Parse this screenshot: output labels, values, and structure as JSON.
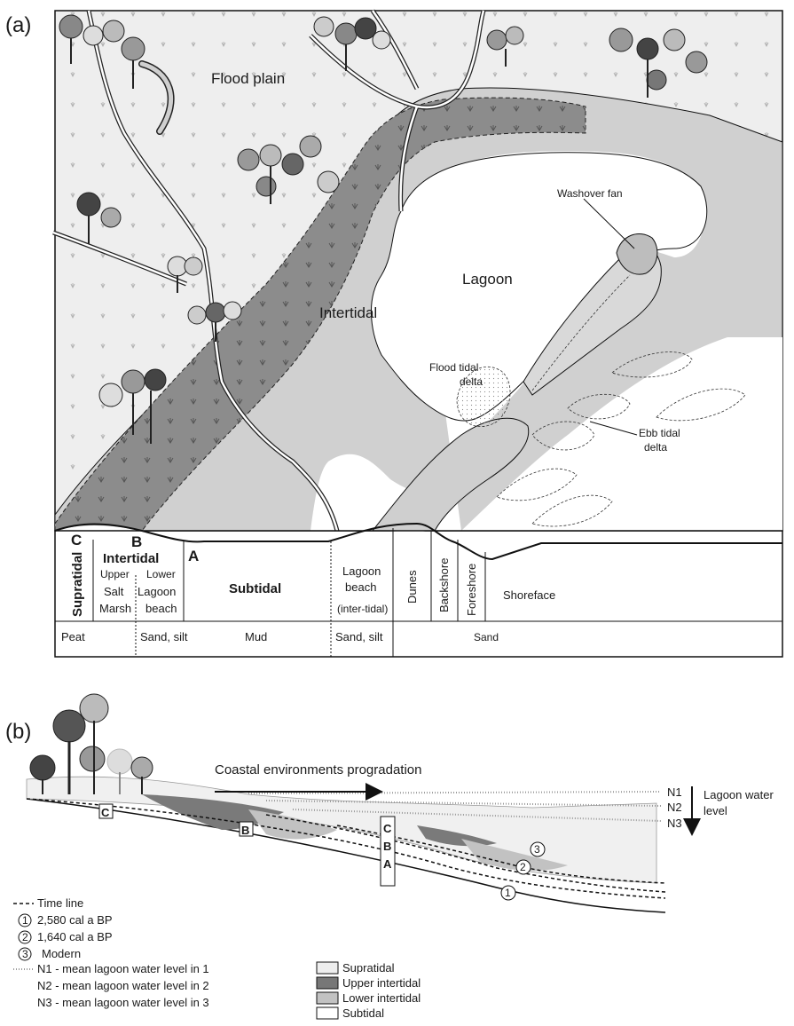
{
  "panel_a": {
    "label": "(a)",
    "map_labels": {
      "flood_plain": "Flood plain",
      "lagoon": "Lagoon",
      "intertidal": "Intertidal",
      "washover_fan": "Washover fan",
      "flood_tidal_delta_1": "Flood tidal",
      "flood_tidal_delta_2": "delta",
      "ebb_tidal_delta_1": "Ebb tidal",
      "ebb_tidal_delta_2": "delta"
    },
    "profile": {
      "zone_c_letter": "C",
      "zone_c": "Supratidal",
      "zone_b_letter": "B",
      "zone_b": "Intertidal",
      "upper": "Upper",
      "salt": "Salt",
      "marsh": "Marsh",
      "lower": "Lower",
      "lagoon": "Lagoon",
      "beach": "beach",
      "zone_a_letter": "A",
      "subtidal": "Subtidal",
      "lagoon_beach_1": "Lagoon",
      "lagoon_beach_2": "beach",
      "lagoon_beach_3": "(inter-tidal)",
      "dunes": "Dunes",
      "backshore": "Backshore",
      "foreshore": "Foreshore",
      "shoreface": "Shoreface"
    },
    "sediments": [
      "Peat",
      "Sand, silt",
      "Mud",
      "Sand, silt",
      "Sand"
    ]
  },
  "panel_b": {
    "label": "(b)",
    "arrow_label": "Coastal environments progradation",
    "core_letters": [
      "C",
      "B",
      "A"
    ],
    "zone_boxes": [
      "C",
      "B"
    ],
    "markers": [
      "1",
      "2",
      "3"
    ],
    "levels": [
      "N1",
      "N2",
      "N3"
    ],
    "lagoon_water_1": "Lagoon water",
    "lagoon_water_2": "level",
    "legend_left": {
      "time_line": "Time line",
      "t1": "2,580 cal a BP",
      "t2": "1,640 cal a BP",
      "t3": "Modern",
      "n1": "N1 - mean lagoon water level in 1",
      "n2": "N2 - mean lagoon water level in 2",
      "n3": "N3 - mean lagoon water level in 3"
    },
    "legend_right": [
      {
        "label": "Supratidal",
        "color": "#eeeeee"
      },
      {
        "label": "Upper intertidal",
        "color": "#777777"
      },
      {
        "label": "Lower intertidal",
        "color": "#c2c2c2"
      },
      {
        "label": "Subtidal",
        "color": "#ffffff"
      }
    ]
  }
}
